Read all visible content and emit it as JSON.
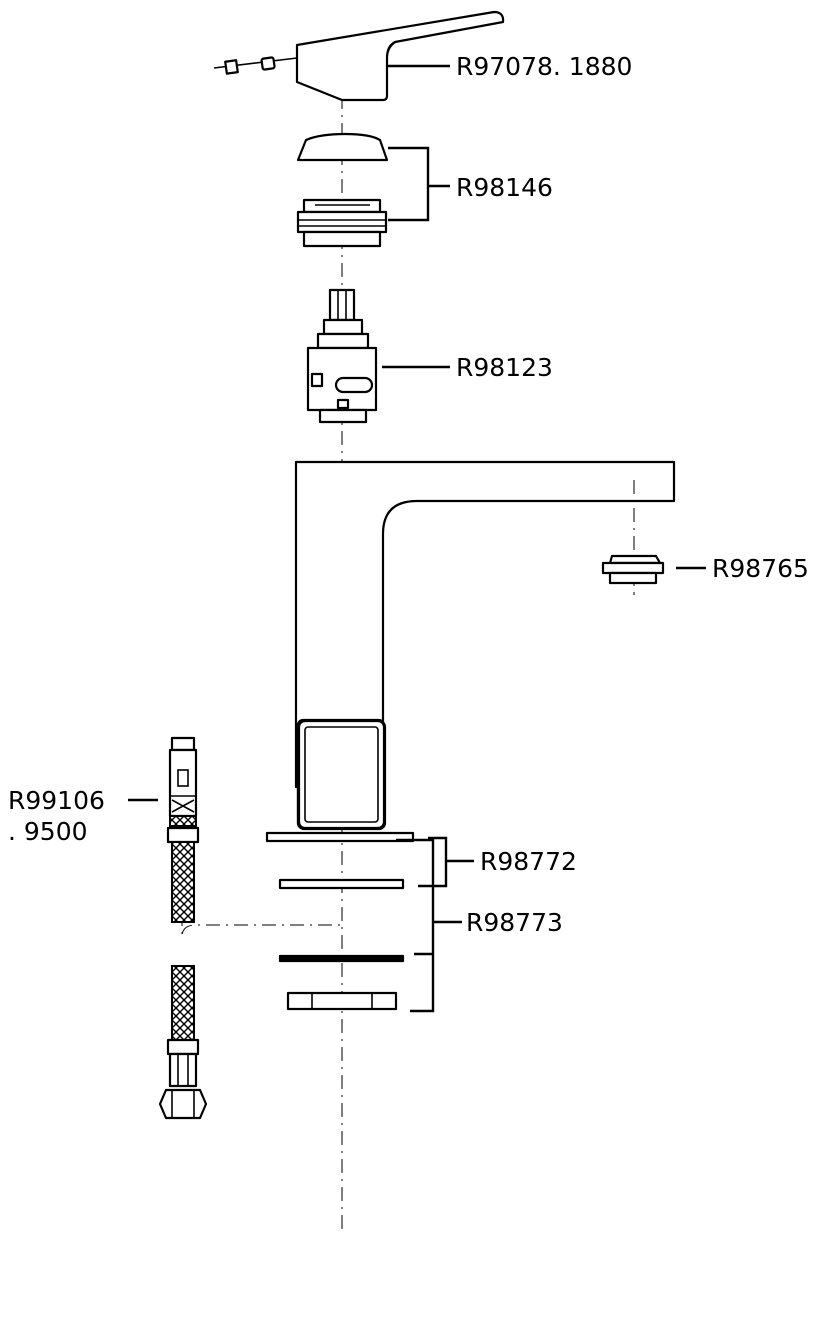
{
  "part_labels": {
    "handle": "R97078. 1880",
    "cartridge_cover_set": "R98146",
    "cartridge": "R98123",
    "aerator": "R98765",
    "gasket_set": "R98772",
    "mounting_kit": "R98773",
    "hose_line1": "R99106",
    "hose_line2": ". 9500"
  }
}
